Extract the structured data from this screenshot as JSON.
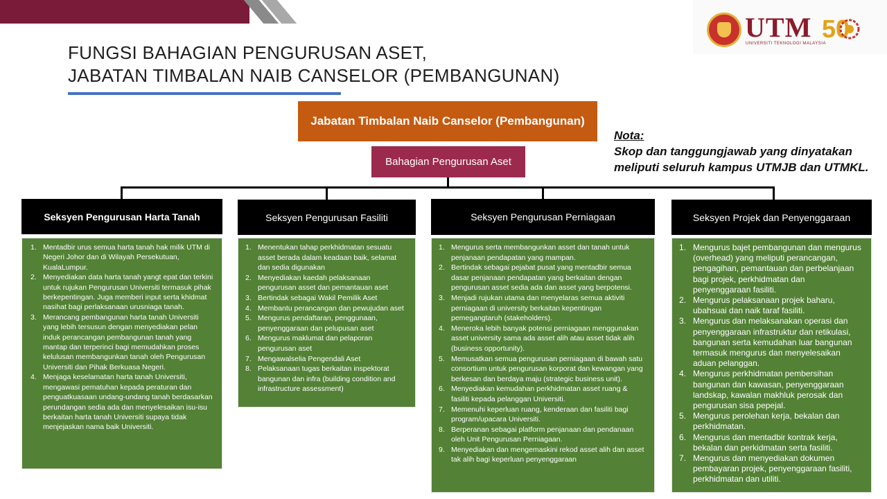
{
  "title": {
    "line1": "FUNGSI BAHAGIAN PENGURUSAN ASET,",
    "line2": "JABATAN TIMBALAN NAIB CANSELOR (PEMBANGUNAN)"
  },
  "logo": {
    "utm_text": "UTM",
    "utm_subtext": "UNIVERSITI TEKNOLOGI MALAYSIA",
    "anniversary_text": "50"
  },
  "org": {
    "top": "Jabatan Timbalan Naib Canselor (Pembangunan)",
    "middle": "Bahagian Pengurusan Aset"
  },
  "nota": {
    "title": "Nota:",
    "line1": "Skop dan tanggungjawab yang dinyatakan",
    "line2": "meliputi seluruh kampus UTMJB dan UTMKL."
  },
  "sections": [
    {
      "title": "Seksyen Pengurusan Harta Tanah",
      "items": [
        "Mentadbir urus semua harta tanah hak milik UTM di Negeri Johor dan di Wilayah Persekutuan, KualaLumpur.",
        "Menyediakan data harta tanah yangt epat dan terkini untuk rujukan Pengurusan Universiti termasuk pihak berkepentingan. Juga memberi input serta khidmat nasihat bagi perlaksanaan urusniaga tanah.",
        "Merancang pembangunan harta tanah Universiti yang lebih tersusun dengan menyediakan pelan induk perancangan pembangunan tanah yang mantap dan terperinci bagi memudahkan proses kelulusan membangunkan tanah oleh Pengurusan Universiti dan Pihak Berkuasa Negeri.",
        "Menjaga keselamatan harta tanah Universiti, mengawasi pematuhan kepada peraturan dan penguatkuasaan undang-undang tanah berdasarkan perundangan sedia ada dan menyelesaikan isu-isu berkaitan harta tanah Universiti supaya tidak menjejaskan nama baik Universiti."
      ]
    },
    {
      "title": "Seksyen Pengurusan Fasiliti",
      "items": [
        "Menentukan tahap perkhidmatan sesuatu asset berada dalam keadaan baik, selamat dan sedia digunakan",
        "Menyediakan kaedah pelaksanaan pengurusan asset dan pemantauan aset",
        "Bertindak sebagai Wakil Pemilik Aset",
        "Membantu perancangan dan pewujudan aset",
        "Mengurus pendaftaran, penggunaan, penyenggaraan dan pelupusan aset",
        "Mengurus maklumat dan pelaporan pengurusan aset",
        "Mengawalselia Pengendali Aset",
        "Pelaksanaan tugas berkaitan inspektorat bangunan dan infra (building condition and infrastructure assessment)"
      ]
    },
    {
      "title": "Seksyen Pengurusan Perniagaan",
      "items": [
        "Mengurus serta membangunkan asset dan tanah untuk penjanaan pendapatan yang mampan.",
        "Bertindak sebagai pejabat pusat yang mentadbir semua dasar penjanaan pendapatan yang berkaitan dengan pengurusan asset sedia ada dan asset yang berpotensi.",
        "Menjadi rujukan utama dan menyelaras semua aktiviti perniagaan di university berkaitan kepentingan pemegangtaruh (stakeholders).",
        "Meneroka lebih banyak potensi perniagaan menggunakan asset university sama ada asset alih atau asset tidak alih (business opportunity).",
        "Memusatkan semua pengurusan perniagaan di bawah satu consortium untuk pengurusan korporat dan kewangan yang berkesan dan berdaya maju (strategic business unit).",
        "Menyediakan kemudahan perkhidmatan asset ruang & fasiliti kepada pelanggan Universiti.",
        "Memenuhi keperluan ruang, kenderaan dan fasiliti bagi program/upacara Universiti.",
        "Berperanan sebagai platform penjanaan dan pendanaan oleh Unit Pengurusan Perniagaan.",
        "Menyediakan dan mengemaskini rekod asset alih dan asset tak alih bagi keperluan penyenggaraan"
      ]
    },
    {
      "title": "Seksyen Projek dan Penyenggaraan",
      "items": [
        "Mengurus bajet pembangunan dan mengurus (overhead) yang meliputi perancangan, pengagihan, pemantauan dan perbelanjaan bagi projek, perkhidmatan dan penyenggaraan fasiliti.",
        "Mengurus pelaksanaan projek baharu, ubahsuai dan naik taraf fasiliti.",
        "Mengurus dan melaksanakan operasi dan penyenggaraan infrastruktur dan retikulasi, bangunan serta kemudahan luar bangunan termasuk mengurus dan menyelesaikan aduan pelanggan.",
        "Mengurus perkhidmatan pembersihan bangunan dan kawasan, penyenggaraan landskap, kawalan makhluk perosak dan pengurusan sisa pepejal.",
        "Mengurus perolehan kerja, bekalan dan perkhidmatan.",
        "Mengurus dan mentadbir kontrak kerja, bekalan dan perkidmatan serta fasiliti.",
        "Mengurus dan menyediakan dokumen pembayaran projek, penyenggaraan fasiliti, perkhidmatan dan utiliti."
      ]
    }
  ],
  "colors": {
    "header_bar": "#7b1b3a",
    "title_rule": "#4472c4",
    "jtnc_box": "#c55a11",
    "bpa_box": "#9b2a4e",
    "section_header": "#000000",
    "section_body": "#538135"
  }
}
